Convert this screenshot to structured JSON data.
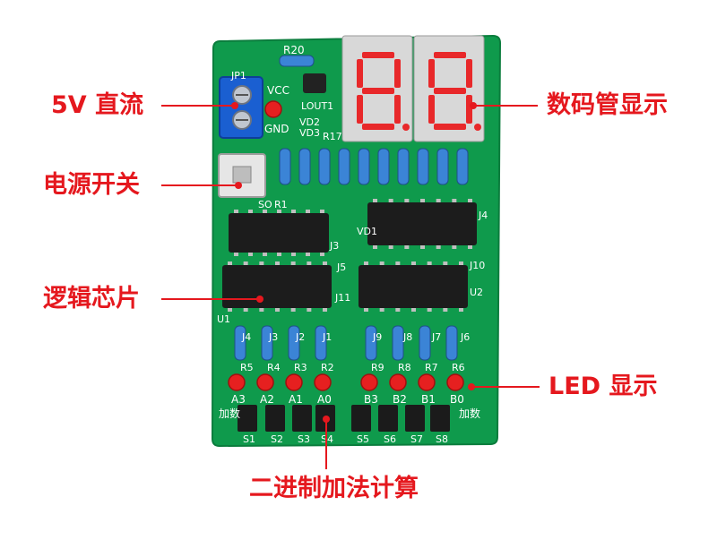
{
  "callouts": {
    "dc5v": "5V 直流",
    "power_switch": "电源开关",
    "logic_chip": "逻辑芯片",
    "seven_segment": "数码管显示",
    "led_display": "LED 显示",
    "binary_add": "二进制加法计算"
  },
  "silkscreen": {
    "jp1": "JP1",
    "r20": "R20",
    "vcc": "VCC",
    "gnd": "GND",
    "lout": "LOUT1",
    "vd2": "VD2",
    "vd3": "VD3",
    "r17": "R17",
    "r1": "R1",
    "so": "SO",
    "j3": "J3",
    "j4": "J4",
    "j5": "J5",
    "j10": "J10",
    "j11": "J11",
    "u1": "U1",
    "u2": "U2",
    "vd1": "VD1",
    "add_left": "加数",
    "add_right": "加数",
    "jumpers_a": [
      "J4",
      "J3",
      "J2",
      "J1"
    ],
    "jumpers_b": [
      "J9",
      "J8",
      "J7",
      "J6"
    ],
    "res_a": [
      "R5",
      "R4",
      "R3",
      "R2"
    ],
    "res_b": [
      "R9",
      "R8",
      "R7",
      "R6"
    ],
    "led_a": [
      "A3",
      "A2",
      "A1",
      "A0"
    ],
    "led_b": [
      "B3",
      "B2",
      "B1",
      "B0"
    ],
    "switches_a": [
      "S1",
      "S2",
      "S3",
      "S4"
    ],
    "switches_b": [
      "S5",
      "S6",
      "S7",
      "S8"
    ]
  },
  "colors": {
    "accent": "#e5181e",
    "board": "#0f9a4c",
    "display": "#e8282a",
    "terminal": "#1a5fd1"
  }
}
